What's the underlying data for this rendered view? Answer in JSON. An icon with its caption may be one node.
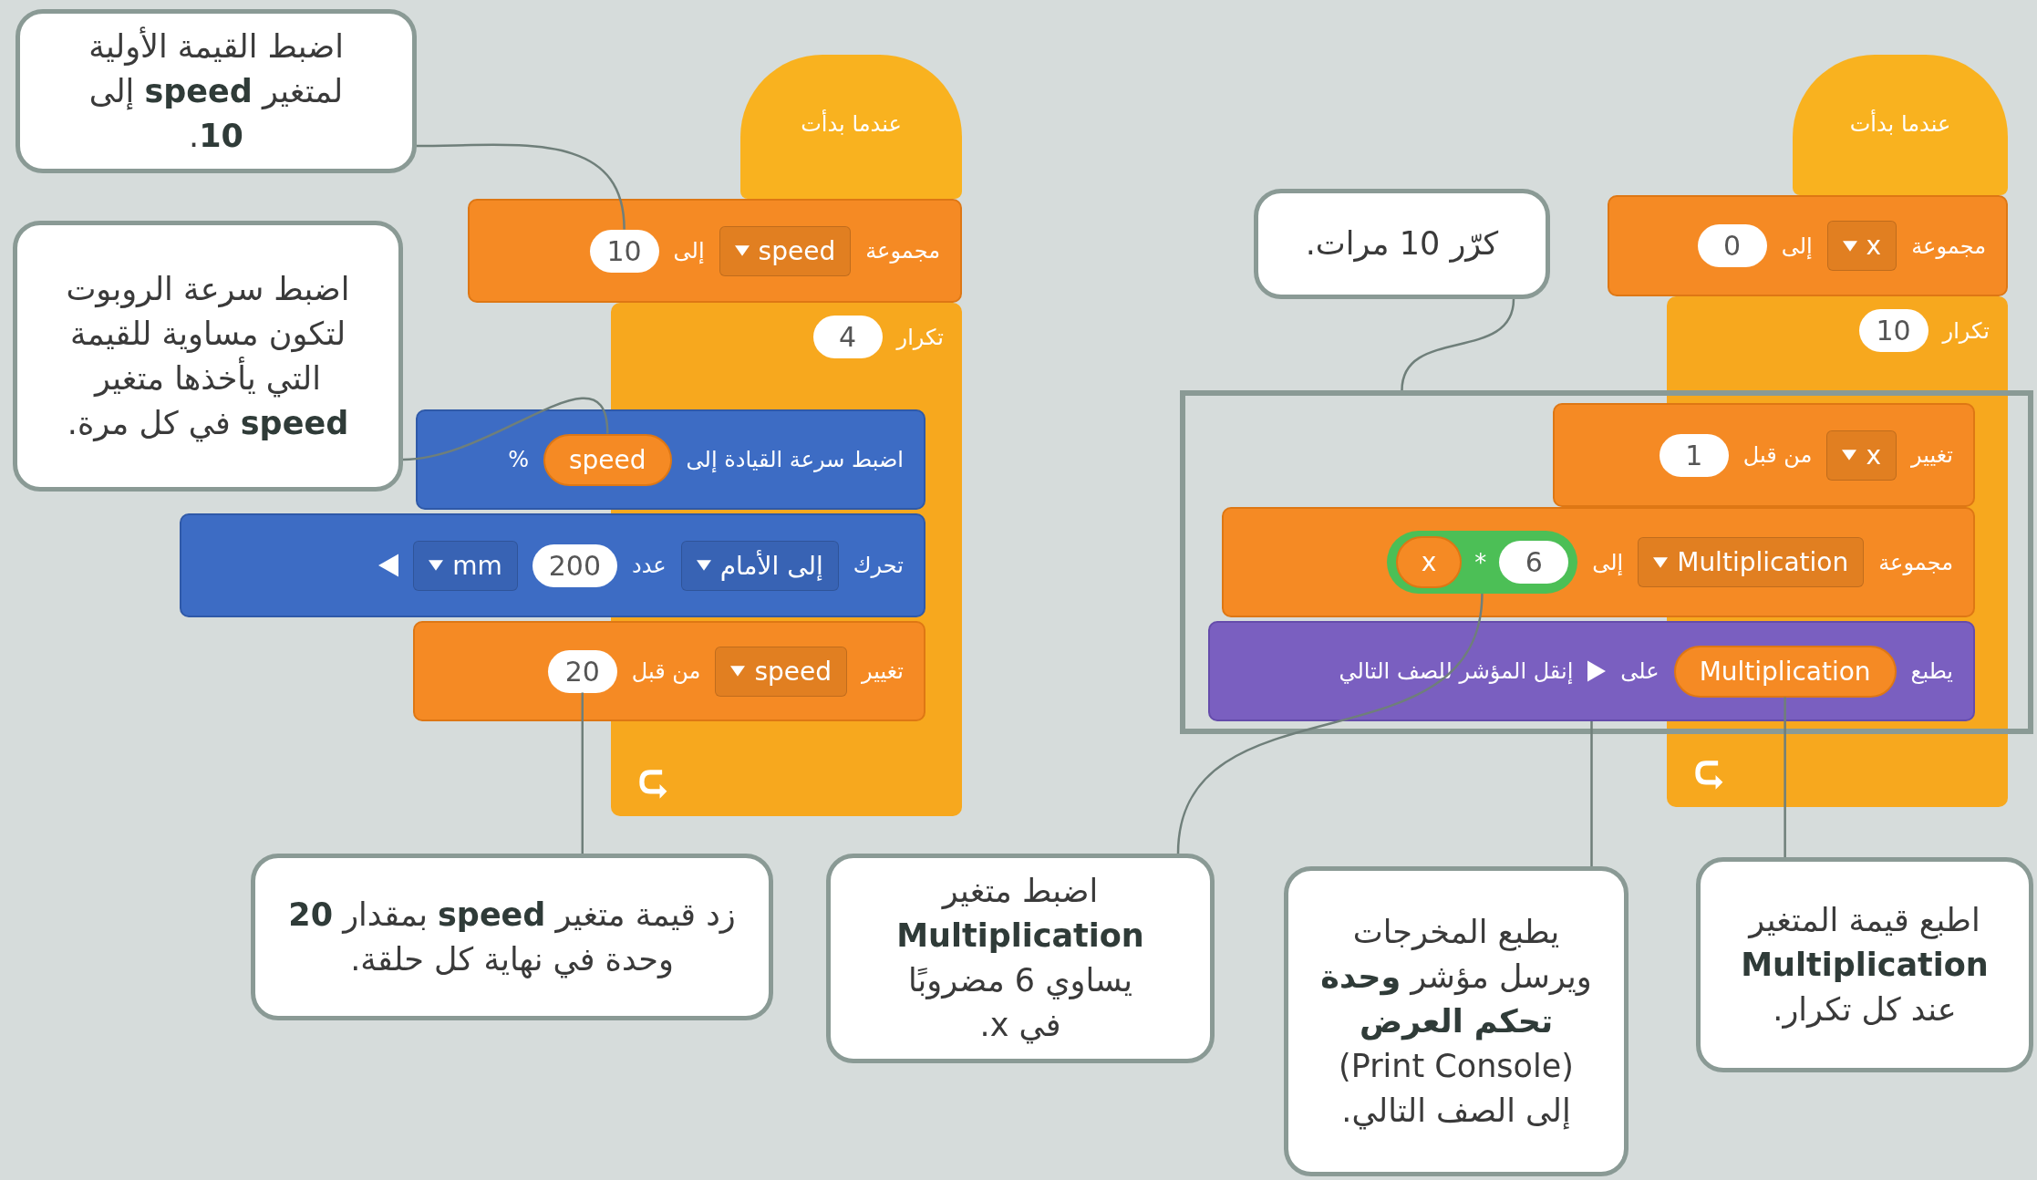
{
  "diagram": {
    "nodes": [
      {
        "text": [
          "عندما بدأت"
        ]
      },
      {
        "text": [
          "مجموعة",
          "إلى"
        ]
      },
      {
        "text": [
          "speed"
        ],
        "in": 1
      },
      {
        "text": [
          "10"
        ],
        "in": 1
      },
      {
        "text": [
          "تكرار"
        ]
      },
      {
        "text": [
          "4"
        ],
        "in": 4
      },
      {
        "text": [
          "اضبط سرعة القيادة إلى",
          "%"
        ]
      },
      {
        "text": [
          "speed"
        ],
        "in": 6
      },
      {
        "text": [
          "تحرك",
          "عدد"
        ]
      },
      {
        "text": [
          "إلى الأمام"
        ]
      },
      {
        "text": [
          "200"
        ],
        "in": 8
      },
      {
        "text": [
          "mm"
        ],
        "in": 8
      },
      {
        "text": [
          "تغيير",
          "من قبل"
        ]
      },
      {
        "text": [
          "speed"
        ]
      },
      {
        "text": [
          "20"
        ],
        "in": 12
      },
      {
        "text": [
          "عندما بدأت"
        ]
      },
      {
        "text": [
          "مجموعة",
          "إلى"
        ]
      },
      {
        "text": [
          "x"
        ],
        "in": 16
      },
      {
        "text": [
          "0"
        ],
        "in": 16
      },
      {
        "text": [
          "تكرار"
        ]
      },
      {
        "text": [
          "10"
        ],
        "in": 19
      },
      {
        "text": [],
        "shape": "box"
      },
      {
        "text": [
          "تغيير",
          "من قبل"
        ],
        "in": 21
      },
      {
        "text": [
          "x"
        ]
      },
      {
        "text": [
          "1"
        ],
        "in": 22
      },
      {
        "text": [
          "مجموعة",
          "إلى"
        ],
        "in": 21
      },
      {
        "text": [
          "Multiplication"
        ],
        "in": 25
      },
      {
        "text": [
          "*"
        ],
        "in": 25
      },
      {
        "text": [
          "x"
        ],
        "in": 27
      },
      {
        "text": [
          "6"
        ],
        "in": 27
      },
      {
        "text": [
          "يطبع",
          "على",
          "إنقل المؤشر للصف التالي"
        ],
        "in": 21
      },
      {
        "text": [
          "Multiplication"
        ]
      },
      {
        "text": [
          "اضبط القيمة الأولية لمتغير **speed** إلى **10**."
        ]
      },
      {
        "text": [
          "اضبط سرعة الروبوت لتكون مساوية للقيمة التي يأخذها متغير **speed** في كل مرة."
        ]
      },
      {
        "text": [
          "زد قيمة متغير **speed** بمقدار **20** وحدة في نهاية كل حلقة."
        ]
      },
      {
        "text": [
          "اضبط متغير **Multiplication** يساوي 6 مضروبًا في x."
        ]
      },
      {
        "text": [
          "يطبع المخرجات ويرسل مؤشر **وحدة تحكم العرض** (Print Console) إلى الصف التالي."
        ]
      },
      {
        "text": [
          "اطبع قيمة المتغير **Multiplication** عند كل تكرار."
        ]
      },
      {
        "text": [
          "كرّر 10 مرات."
        ]
      }
    ],
    "edges": [
      {
        "from": 32,
        "to": 3,
        "arrow": "none"
      },
      {
        "from": 33,
        "to": 7,
        "arrow": "none"
      },
      {
        "from": 34,
        "to": 14,
        "arrow": "none"
      },
      {
        "from": 35,
        "to": 27,
        "arrow": "none"
      },
      {
        "from": 36,
        "to": 30,
        "arrow": "none"
      },
      {
        "from": 37,
        "to": 31,
        "arrow": "none"
      },
      {
        "from": 38,
        "to": 21,
        "arrow": "none"
      }
    ]
  }
}
